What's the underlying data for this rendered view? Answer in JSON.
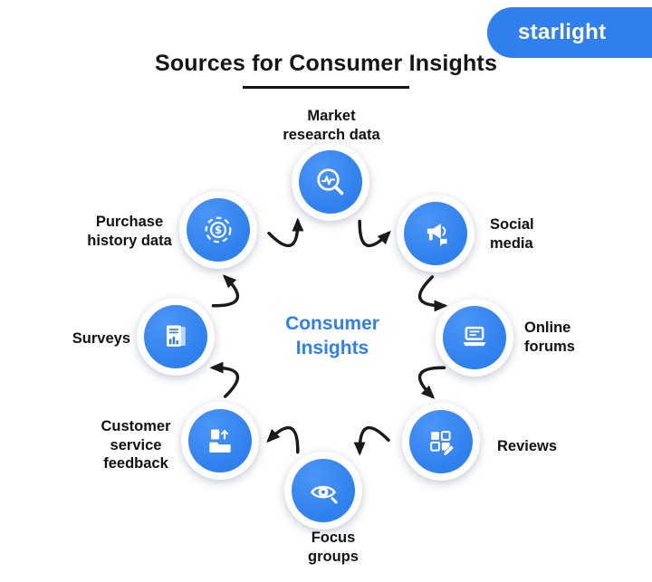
{
  "brand": {
    "name": "starlight"
  },
  "title": "Sources for Consumer Insights",
  "center": {
    "label": "Consumer\nInsights"
  },
  "nodes": [
    {
      "id": "market-research",
      "label": "Market\nresearch data",
      "icon": "magnifier-chart-icon"
    },
    {
      "id": "social-media",
      "label": "Social\nmedia",
      "icon": "megaphone-social-icon"
    },
    {
      "id": "online-forums",
      "label": "Online\nforums",
      "icon": "laptop-icon"
    },
    {
      "id": "reviews",
      "label": "Reviews",
      "icon": "checklist-pencil-icon"
    },
    {
      "id": "focus-groups",
      "label": "Focus\ngroups",
      "icon": "eye-observation-icon"
    },
    {
      "id": "customer-service",
      "label": "Customer\nservice\nfeedback",
      "icon": "feedback-documents-icon"
    },
    {
      "id": "surveys",
      "label": "Surveys",
      "icon": "survey-report-icon"
    },
    {
      "id": "purchase-history",
      "label": "Purchase\nhistory data",
      "icon": "dollar-gear-icon"
    }
  ],
  "colors": {
    "accent": "#2F80ED",
    "arrow": "#1a1a1a",
    "text": "#111111"
  }
}
